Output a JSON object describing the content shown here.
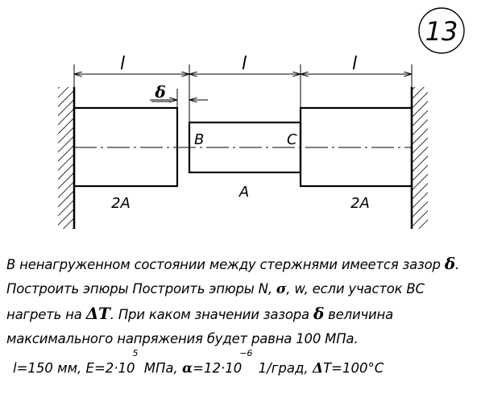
{
  "problem_number": "13",
  "dimensions": {
    "length_label_1": "l",
    "length_label_2": "l",
    "length_label_3": "l",
    "gap_label": "δ"
  },
  "points": {
    "b": "B",
    "c": "C"
  },
  "areas": {
    "left": "2A",
    "middle": "A",
    "right": "2A"
  },
  "statement": {
    "line1_a": "В ненагруженном состоянии между стержнями имеется зазор ",
    "line1_sym": "δ",
    "line1_b": ".",
    "line2_a": "Построить эпюры Построить эпюры N, ",
    "line2_sym": "σ",
    "line2_b": ", w, если участок ВС",
    "line3_a": "нагреть на ",
    "line3_sym": "ΔT",
    "line3_b": ". При каком значении зазора ",
    "line3_sym2": "δ",
    "line3_c": " величина",
    "line4": "максимального напряжения будет равна 100 МПа."
  },
  "given": {
    "l_part": "l=150 мм, E=2·10",
    "e_exp": "5",
    "e_unit": " МПа, ",
    "alpha_sym": "α",
    "alpha_part": "=12·10",
    "alpha_exp": "−6",
    "alpha_unit": " 1/град, ",
    "dt_sym": "Δ",
    "dt_part": "T=100°C"
  }
}
